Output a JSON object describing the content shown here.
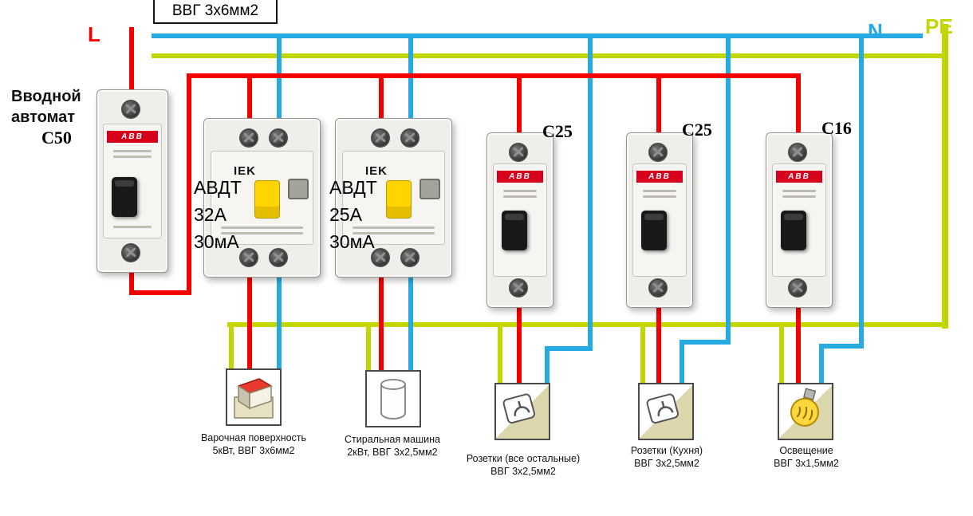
{
  "top": {
    "cable": "ВВГ 3х6мм2",
    "phase": "L",
    "neutral": "N",
    "earth": "PE"
  },
  "colors": {
    "phase": "#f20000",
    "neutral": "#27aae1",
    "earth": "#c3d600",
    "brand-red": "#d6001c",
    "brand-yellow": "#ffd400"
  },
  "devices": {
    "main": {
      "label_line1": "Вводной",
      "label_line2": "автомат",
      "rating": "С50",
      "brand": "ABB"
    },
    "rcbo1": {
      "type": "АВДТ",
      "current": "32А",
      "leakage": "30мА",
      "brand": "IEK"
    },
    "rcbo2": {
      "type": "АВДТ",
      "current": "25А",
      "leakage": "30мА",
      "brand": "IEK"
    },
    "mcb1": {
      "rating": "С25",
      "brand": "ABB"
    },
    "mcb2": {
      "rating": "С25",
      "brand": "ABB"
    },
    "mcb3": {
      "rating": "С16",
      "brand": "ABB"
    }
  },
  "loads": [
    {
      "name": "Варочная поверхность",
      "spec": "5кВт, ВВГ 3х6мм2"
    },
    {
      "name": "Стиральная машина",
      "spec": "2кВт, ВВГ 3х2,5мм2"
    },
    {
      "name": "Розетки (все остальные)",
      "spec": "ВВГ 3х2,5мм2"
    },
    {
      "name": "Розетки (Кухня)",
      "spec": "ВВГ 3х2,5мм2"
    },
    {
      "name": "Освещение",
      "spec": "ВВГ 3х1,5мм2"
    }
  ]
}
